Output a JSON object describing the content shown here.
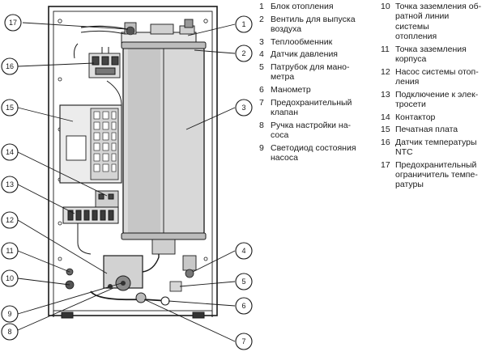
{
  "diagram": {
    "callouts": [
      {
        "id": "1",
        "label": "1"
      },
      {
        "id": "2",
        "label": "2"
      },
      {
        "id": "3",
        "label": "3"
      },
      {
        "id": "4",
        "label": "4"
      },
      {
        "id": "5",
        "label": "5"
      },
      {
        "id": "6",
        "label": "6"
      },
      {
        "id": "7",
        "label": "7"
      },
      {
        "id": "8",
        "label": "8"
      },
      {
        "id": "9",
        "label": "9"
      },
      {
        "id": "10",
        "label": "10"
      },
      {
        "id": "11",
        "label": "11"
      },
      {
        "id": "12",
        "label": "12"
      },
      {
        "id": "13",
        "label": "13"
      },
      {
        "id": "14",
        "label": "14"
      },
      {
        "id": "15",
        "label": "15"
      },
      {
        "id": "16",
        "label": "16"
      },
      {
        "id": "17",
        "label": "17"
      }
    ]
  },
  "legend": {
    "left": [
      {
        "num": "1",
        "text": "Блок отопления"
      },
      {
        "num": "2",
        "text": "Вентиль для выпуска\nвоздуха"
      },
      {
        "num": "3",
        "text": "Теплообменник"
      },
      {
        "num": "4",
        "text": "Датчик давления"
      },
      {
        "num": "5",
        "text": "Патрубок для мано-\nметра"
      },
      {
        "num": "6",
        "text": "Манометр"
      },
      {
        "num": "7",
        "text": "Предохранительный\nклапан"
      },
      {
        "num": "8",
        "text": "Ручка настройки на-\nсоса"
      },
      {
        "num": "9",
        "text": "Светодиод состояния\nнасоса"
      }
    ],
    "right": [
      {
        "num": "10",
        "text": "Точка заземления об-\nратной линии системы\nотопления"
      },
      {
        "num": "11",
        "text": "Точка заземления\nкорпуса"
      },
      {
        "num": "12",
        "text": "Насос системы отоп-\nления"
      },
      {
        "num": "13",
        "text": "Подключение к элек-\nтросети"
      },
      {
        "num": "14",
        "text": "Контактор"
      },
      {
        "num": "15",
        "text": "Печатная плата"
      },
      {
        "num": "16",
        "text": "Датчик температуры\nNTC"
      },
      {
        "num": "17",
        "text": "Предохранительный\nограничитель темпе-\nратуры"
      }
    ]
  }
}
